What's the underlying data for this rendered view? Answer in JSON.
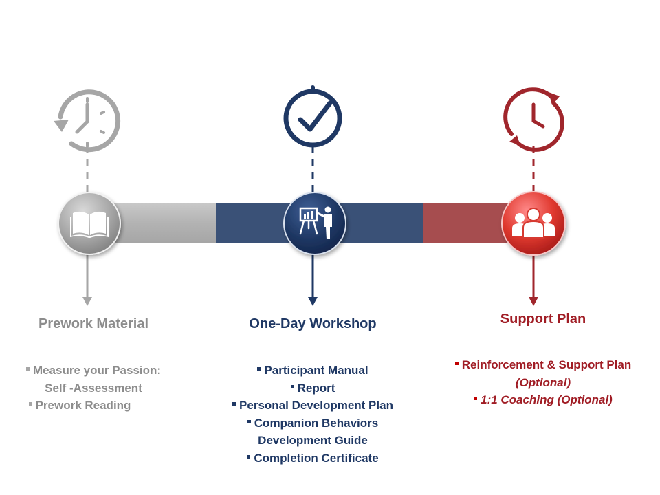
{
  "colors": {
    "gray": "#a6a6a6",
    "gray_text": "#8c8c8c",
    "navy": "#1f3864",
    "navy_band": "#3a5177",
    "red": "#a0262c",
    "red_band": "#a64d4f"
  },
  "stages": [
    {
      "title": "Prework Material",
      "top_icon": "clock-rewind-icon",
      "node_icon": "open-book-icon",
      "items": [
        {
          "text": "Measure your Passion:",
          "bullet": true
        },
        {
          "text": "Self -Assessment",
          "bullet": false
        },
        {
          "text": "Prework Reading",
          "bullet": true
        }
      ]
    },
    {
      "title": "One-Day Workshop",
      "top_icon": "clock-check-icon",
      "node_icon": "presenter-icon",
      "items": [
        {
          "text": "Participant Manual",
          "bullet": true
        },
        {
          "text": "Report",
          "bullet": true
        },
        {
          "text": "Personal Development Plan",
          "bullet": true
        },
        {
          "text": "Companion Behaviors",
          "bullet": true
        },
        {
          "text": "Development Guide",
          "bullet": false
        },
        {
          "text": "Completion Certificate",
          "bullet": true
        }
      ]
    },
    {
      "title": "Support Plan",
      "top_icon": "clock-refresh-icon",
      "node_icon": "group-icon",
      "items": [
        {
          "text": "Reinforcement & Support Plan",
          "bullet": true
        },
        {
          "text": "(Optional)",
          "bullet": false,
          "italic": true
        },
        {
          "text": "1:1 Coaching (Optional)",
          "bullet": true,
          "italic": true
        }
      ]
    }
  ]
}
